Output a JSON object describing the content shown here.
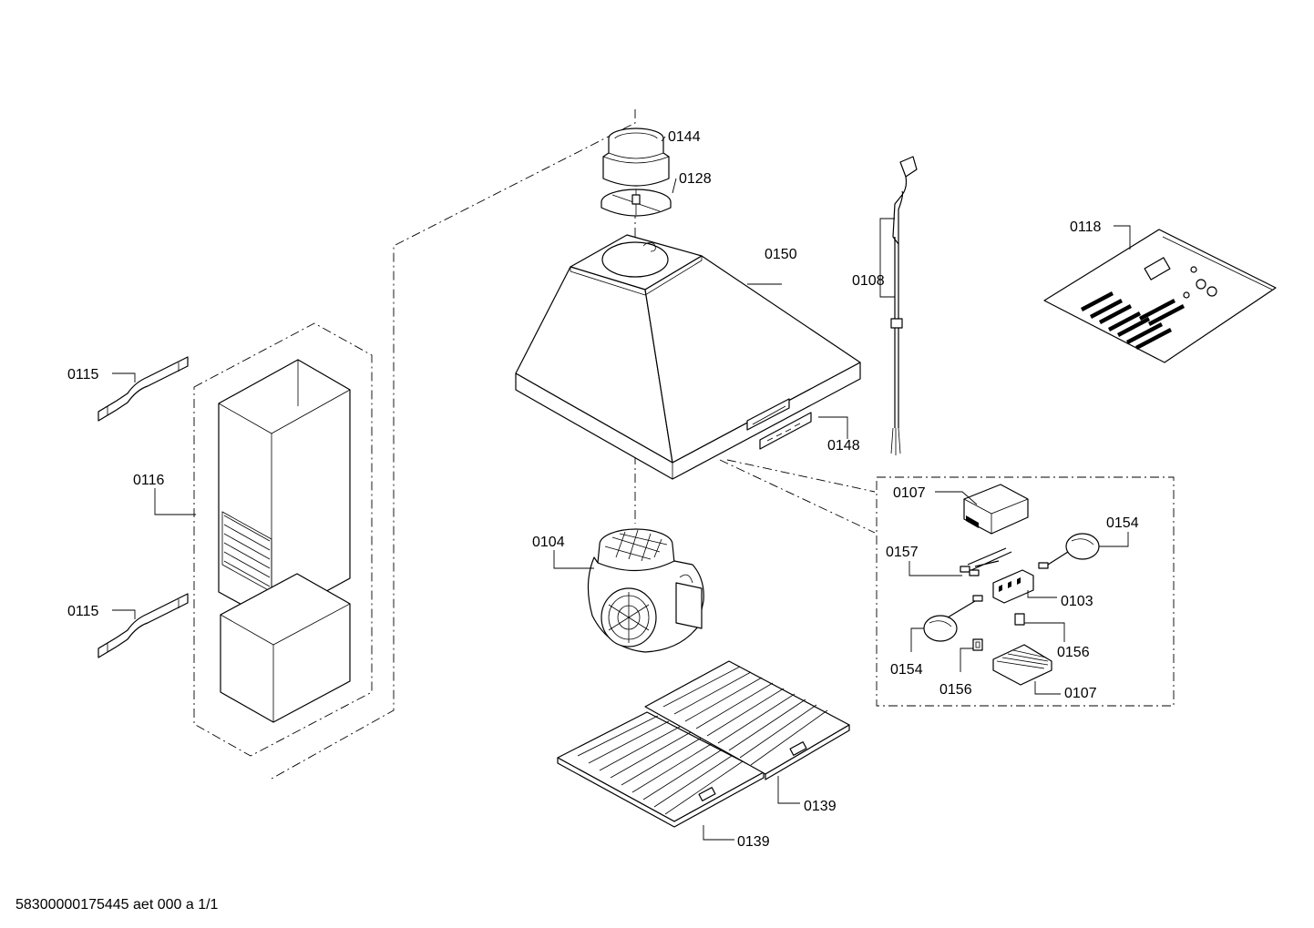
{
  "labels": {
    "p0144": "0144",
    "p0128": "0128",
    "p0150": "0150",
    "p0108": "0108",
    "p0118": "0118",
    "p0115_top": "0115",
    "p0116": "0116",
    "p0115_bottom": "0115",
    "p0148": "0148",
    "p0104": "0104",
    "p0107_top": "0107",
    "p0154_right": "0154",
    "p0157": "0157",
    "p0103": "0103",
    "p0154_left": "0154",
    "p0156_right": "0156",
    "p0156_left": "0156",
    "p0107_bottom": "0107",
    "p0139_right": "0139",
    "p0139_left": "0139"
  },
  "footer": "58300000175445 aet 000 a 1/1"
}
